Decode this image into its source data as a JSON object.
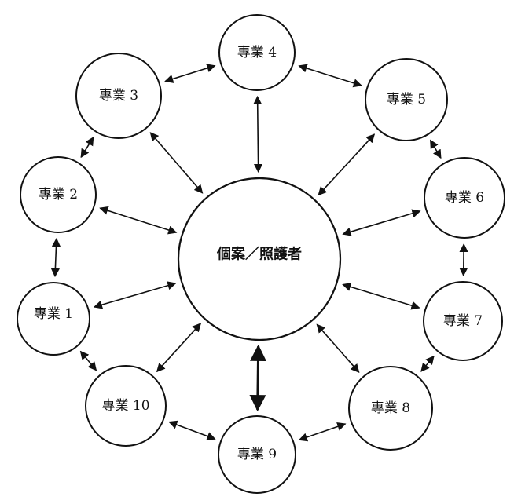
{
  "center": {
    "label": "個案／照護者"
  },
  "nodes": [
    {
      "id": "1",
      "label": "專業 1"
    },
    {
      "id": "2",
      "label": "專業 2"
    },
    {
      "id": "3",
      "label": "專業 3"
    },
    {
      "id": "4",
      "label": "專業 4"
    },
    {
      "id": "5",
      "label": "專業 5"
    },
    {
      "id": "6",
      "label": "專業 6"
    },
    {
      "id": "7",
      "label": "專業 7"
    },
    {
      "id": "8",
      "label": "專業 8"
    },
    {
      "id": "9",
      "label": "專業 9"
    },
    {
      "id": "10",
      "label": "專業 10"
    }
  ],
  "edges": [
    {
      "from": "1",
      "to": "center",
      "directed": "both"
    },
    {
      "from": "2",
      "to": "center",
      "directed": "both"
    },
    {
      "from": "3",
      "to": "center",
      "directed": "both"
    },
    {
      "from": "4",
      "to": "center",
      "directed": "both"
    },
    {
      "from": "5",
      "to": "center",
      "directed": "both"
    },
    {
      "from": "6",
      "to": "center",
      "directed": "both"
    },
    {
      "from": "7",
      "to": "center",
      "directed": "both"
    },
    {
      "from": "8",
      "to": "center",
      "directed": "both"
    },
    {
      "from": "9",
      "to": "center",
      "directed": "both"
    },
    {
      "from": "10",
      "to": "center",
      "directed": "both"
    },
    {
      "from": "1",
      "to": "2",
      "directed": "both"
    },
    {
      "from": "2",
      "to": "3",
      "directed": "both"
    },
    {
      "from": "3",
      "to": "4",
      "directed": "both"
    },
    {
      "from": "4",
      "to": "5",
      "directed": "both"
    },
    {
      "from": "5",
      "to": "6",
      "directed": "both"
    },
    {
      "from": "6",
      "to": "7",
      "directed": "both"
    },
    {
      "from": "7",
      "to": "8",
      "directed": "both"
    },
    {
      "from": "8",
      "to": "9",
      "directed": "both"
    },
    {
      "from": "9",
      "to": "10",
      "directed": "both"
    },
    {
      "from": "10",
      "to": "1",
      "directed": "both"
    }
  ]
}
